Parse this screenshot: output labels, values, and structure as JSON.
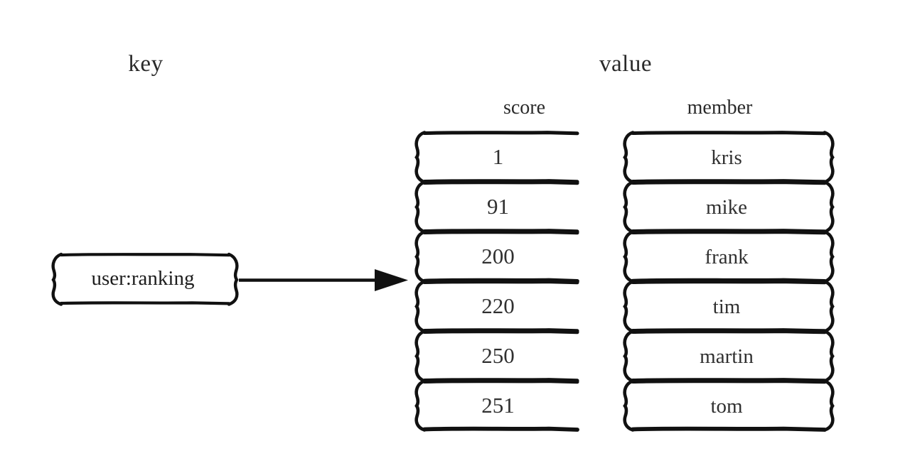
{
  "diagram": {
    "type": "redis-sorted-set-key-value-diagram",
    "key_label": "key",
    "value_label": "value",
    "key_box": {
      "text": "user:ranking"
    },
    "arrow": {
      "icon": "arrow-right-icon",
      "from": "key-box",
      "to": "value-table"
    },
    "table": {
      "columns": [
        "score",
        "member"
      ],
      "rows": [
        {
          "score": "1",
          "member": "kris"
        },
        {
          "score": "91",
          "member": "mike"
        },
        {
          "score": "200",
          "member": "frank"
        },
        {
          "score": "220",
          "member": "tim"
        },
        {
          "score": "250",
          "member": "martin"
        },
        {
          "score": "251",
          "member": "tom"
        }
      ]
    },
    "colors": {
      "background": "#ffffff",
      "ink": "#111111",
      "text": "#2a2a2a"
    }
  }
}
